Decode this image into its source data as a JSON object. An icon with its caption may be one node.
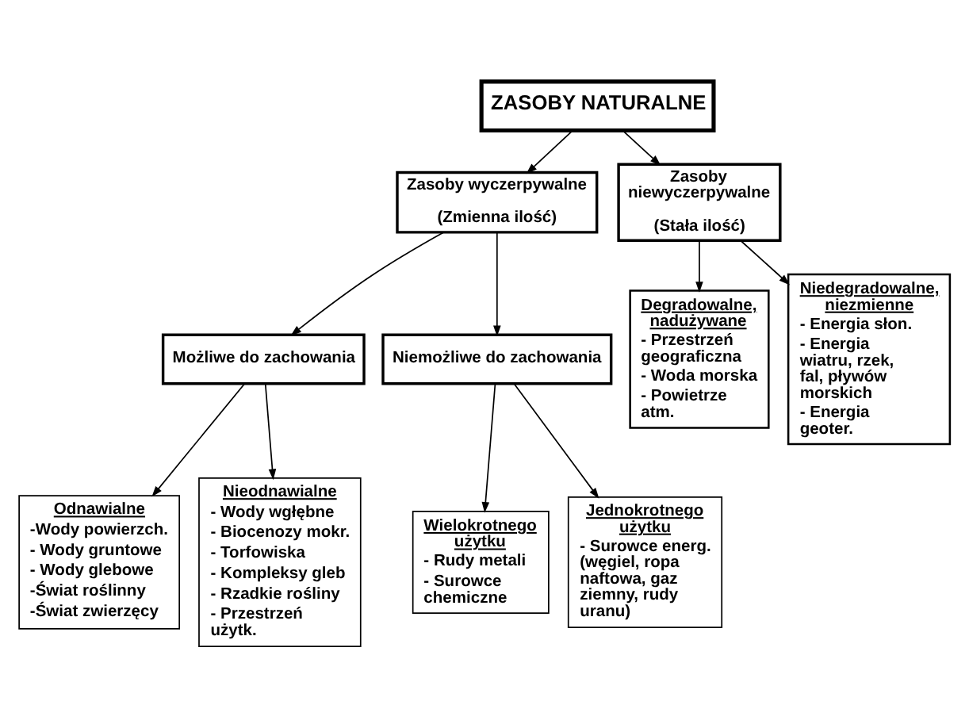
{
  "diagram": {
    "nodes": [
      {
        "text": [
          "ZASOBY NATURALNE"
        ]
      },
      {
        "text": [
          "Zasoby wyczerpywalne",
          "(Zmienna ilość)"
        ]
      },
      {
        "text": [
          "Zasoby niewyczerpywalne",
          "(Stała ilość)"
        ]
      },
      {
        "text": [
          "Degradowalne, nadużywane",
          "- Przestrzeń geograficzna",
          "- Woda morska",
          "- Powietrze atm."
        ]
      },
      {
        "text": [
          "Niedegradowalne, niezmienne",
          "- Energia słon.",
          "- Energia wiatru, rzek, fal, pływów morskich",
          "- Energia geoter."
        ]
      },
      {
        "text": [
          "Możliwe do zachowania"
        ]
      },
      {
        "text": [
          "Niemożliwe do zachowania"
        ]
      },
      {
        "text": [
          "Odnawialne",
          "-Wody powierzch.",
          "- Wody gruntowe",
          "- Wody glebowe",
          "-Świat roślinny",
          "-Świat zwierzęcy"
        ]
      },
      {
        "text": [
          "Nieodnawialne",
          "- Wody wgłębne",
          "- Biocenozy mokr.",
          "- Torfowiska",
          "- Kompleksy gleb",
          "- Rzadkie rośliny",
          "- Przestrzeń użytk."
        ]
      },
      {
        "text": [
          "Wielokrotnego użytku",
          "- Rudy metali",
          "- Surowce chemiczne"
        ]
      },
      {
        "text": [
          "Jednokrotnego użytku",
          "- Surowce energ. (węgiel, ropa naftowa, gaz ziemny, rudy uranu)"
        ]
      }
    ],
    "edges": [
      {
        "from": 0,
        "to": 1,
        "arrow": "to"
      },
      {
        "from": 0,
        "to": 2,
        "arrow": "to"
      },
      {
        "from": 2,
        "to": 3,
        "arrow": "to"
      },
      {
        "from": 2,
        "to": 4,
        "arrow": "to"
      },
      {
        "from": 1,
        "to": 5,
        "arrow": "to"
      },
      {
        "from": 1,
        "to": 6,
        "arrow": "to"
      },
      {
        "from": 5,
        "to": 7,
        "arrow": "to"
      },
      {
        "from": 5,
        "to": 8,
        "arrow": "to"
      },
      {
        "from": 6,
        "to": 9,
        "arrow": "to"
      },
      {
        "from": 6,
        "to": 10,
        "arrow": "to"
      }
    ]
  }
}
